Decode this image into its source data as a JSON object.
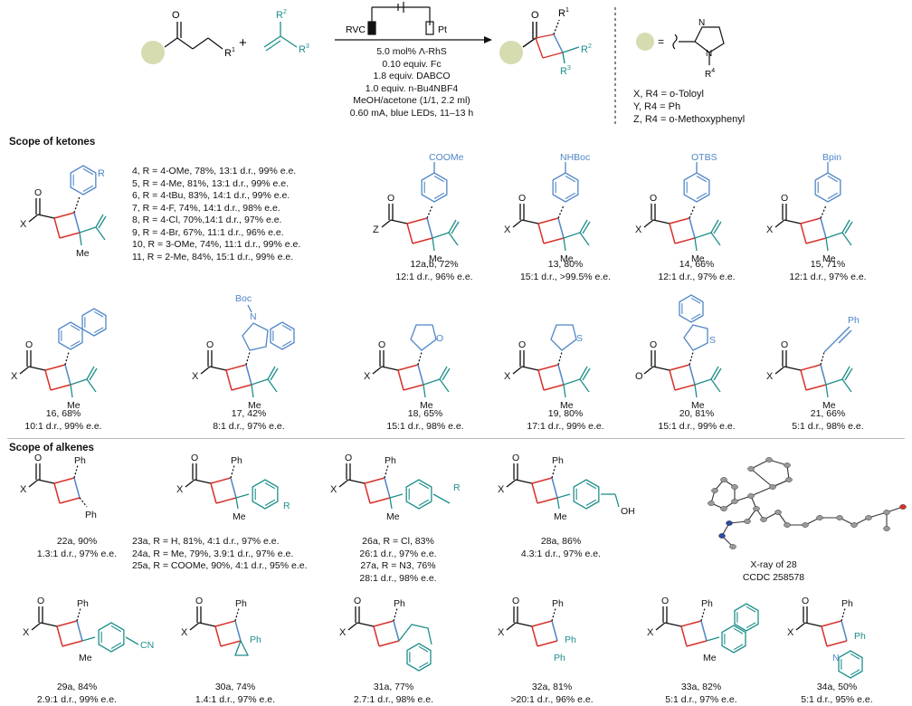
{
  "header": {
    "electrode_left": "RVC",
    "electrode_right": "Pt",
    "r1": "R1",
    "r2": "R2",
    "r3": "R3",
    "conditions": [
      "5.0 mol% Λ-RhS",
      "0.10 equiv. Fc",
      "1.8 equiv. DABCO",
      "1.0 equiv. n-Bu4NBF4",
      "MeOH/acetone (1/1, 2.2 ml)",
      "0.60 mA, blue LEDs, 11–13 h"
    ],
    "aux_legend": [
      "X, R4 = o-Toloyl",
      "Y, R4 = Ph",
      "Z, R4 = o-Methoxyphenyl"
    ],
    "r4": "R4"
  },
  "section1": {
    "title": "Scope of ketones",
    "r_list": [
      "4, R = 4-OMe, 78%, 13:1 d.r., 99% e.e.",
      "5, R = 4-Me, 81%, 13:1 d.r., 99% e.e.",
      "6, R = 4-tBu, 83%, 14:1 d.r., 99% e.e.",
      "7, R = 4-F, 74%, 14:1 d.r., 98% e.e.",
      "8, R = 4-Cl, 70%,14:1 d.r., 97% e.e.",
      "9, R = 4-Br, 67%, 11:1 d.r., 96% e.e.",
      "10, R = 3-OMe, 74%, 11:1 d.r., 99% e.e.",
      "11, R = 2-Me, 84%, 15:1 d.r., 99% e.e."
    ],
    "row1": [
      {
        "sub": "COOMe",
        "aux": "Z",
        "line1": "12a,b, 72%",
        "line2": "12:1 d.r., 96% e.e."
      },
      {
        "sub": "NHBoc",
        "aux": "X",
        "line1": "13, 80%",
        "line2": "15:1 d.r., >99.5% e.e."
      },
      {
        "sub": "OTBS",
        "aux": "X",
        "line1": "14, 66%",
        "line2": "12:1 d.r., 97% e.e."
      },
      {
        "sub": "Bpin",
        "aux": "X",
        "line1": "15, 71%",
        "line2": "12:1 d.r., 97% e.e."
      }
    ],
    "row2": [
      {
        "sub": "",
        "aux": "X",
        "line1": "16, 68%",
        "line2": "10:1 d.r., 99% e.e."
      },
      {
        "sub": "Boc",
        "aux": "X",
        "line1": "17, 42%",
        "line2": "8:1 d.r., 97% e.e."
      },
      {
        "sub": "O",
        "aux": "X",
        "line1": "18, 65%",
        "line2": "15:1 d.r., 98% e.e."
      },
      {
        "sub": "S",
        "aux": "X",
        "line1": "19, 80%",
        "line2": "17:1 d.r., 99% e.e."
      },
      {
        "sub": "S",
        "aux": "O",
        "line1": "20, 81%",
        "line2": "15:1 d.r., 99% e.e."
      },
      {
        "sub": "Ph",
        "aux": "X",
        "line1": "21, 66%",
        "line2": "5:1 d.r., 98% e.e."
      }
    ],
    "me": "Me"
  },
  "section2": {
    "title": "Scope of alkenes",
    "c22": {
      "line1": "22a, 90%",
      "line2": "1.3:1 d.r., 97% e.e."
    },
    "c23": [
      "23a, R = H, 81%, 4:1 d.r., 97% e.e.",
      "24a, R = Me, 79%, 3.9:1 d.r., 97% e.e.",
      "25a, R = COOMe, 90%, 4:1 d.r., 95% e.e."
    ],
    "c26": [
      "26a, R = Cl, 83%",
      "26:1 d.r., 97% e.e.",
      "27a, R = N3, 76%",
      "28:1 d.r., 98% e.e."
    ],
    "c28": {
      "line1": "28a, 86%",
      "line2": "4.3:1 d.r., 97% e.e."
    },
    "xray": {
      "line1": "X-ray of 28",
      "line2": "CCDC 258578"
    },
    "row4": [
      {
        "line1": "29a, 84%",
        "line2": "2.9:1 d.r., 99% e.e.",
        "sub": "CN"
      },
      {
        "line1": "30a, 74%",
        "line2": "1.4:1 d.r., 97% e.e.",
        "sub": "Ph"
      },
      {
        "line1": "31a, 77%",
        "line2": "2.7:1 d.r., 98% e.e.",
        "sub": ""
      },
      {
        "line1": "32a, 81%",
        "line2": ">20:1 d.r., 96% e.e.",
        "sub": "Ph"
      },
      {
        "line1": "33a, 82%",
        "line2": "5:1 d.r., 97% e.e.",
        "sub": ""
      },
      {
        "line1": "34a, 50%",
        "line2": "5:1 d.r., 95% e.e.",
        "sub": "N"
      }
    ],
    "ph": "Ph",
    "oh": "OH"
  },
  "colors": {
    "red": "#d8312a",
    "blue": "#4f86c6",
    "teal": "#1d8f8a",
    "ball": "#d6dcb0"
  }
}
